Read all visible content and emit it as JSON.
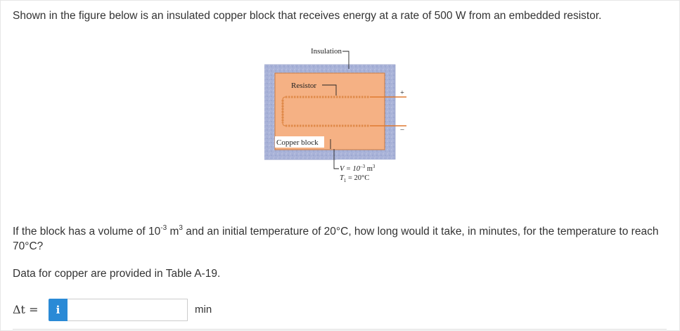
{
  "question": {
    "intro": "Shown in the figure below is an insulated copper block that receives energy at a rate of 500 W from an embedded resistor.",
    "body_part1": "If the block has a volume of 10",
    "body_exp1": "-3",
    "body_part2": " m",
    "body_exp2": "3",
    "body_part3": " and an initial temperature of 20°C, how long would it take, in minutes, for the temperature to reach 70°C?",
    "data_note": "Data for copper are provided in Table A-19."
  },
  "figure": {
    "insulation_label": "Insulation",
    "resistor_label": "Resistor",
    "copper_label": "Copper block",
    "plus_sign": "+",
    "minus_sign": "–",
    "volume_pre": "V = 10",
    "volume_exp": "–3",
    "volume_unit": " m",
    "volume_unit_exp": "3",
    "temp_T": "T",
    "temp_sub": "1",
    "temp_rest": " = 20°C"
  },
  "answer": {
    "label": "Δt =",
    "info_icon_glyph": "i",
    "value": "",
    "unit": "min"
  },
  "colors": {
    "insulation": "#a8b2d8",
    "copper": "#f5b184",
    "wire": "#e07a30",
    "info_button": "#2a8ad6"
  }
}
